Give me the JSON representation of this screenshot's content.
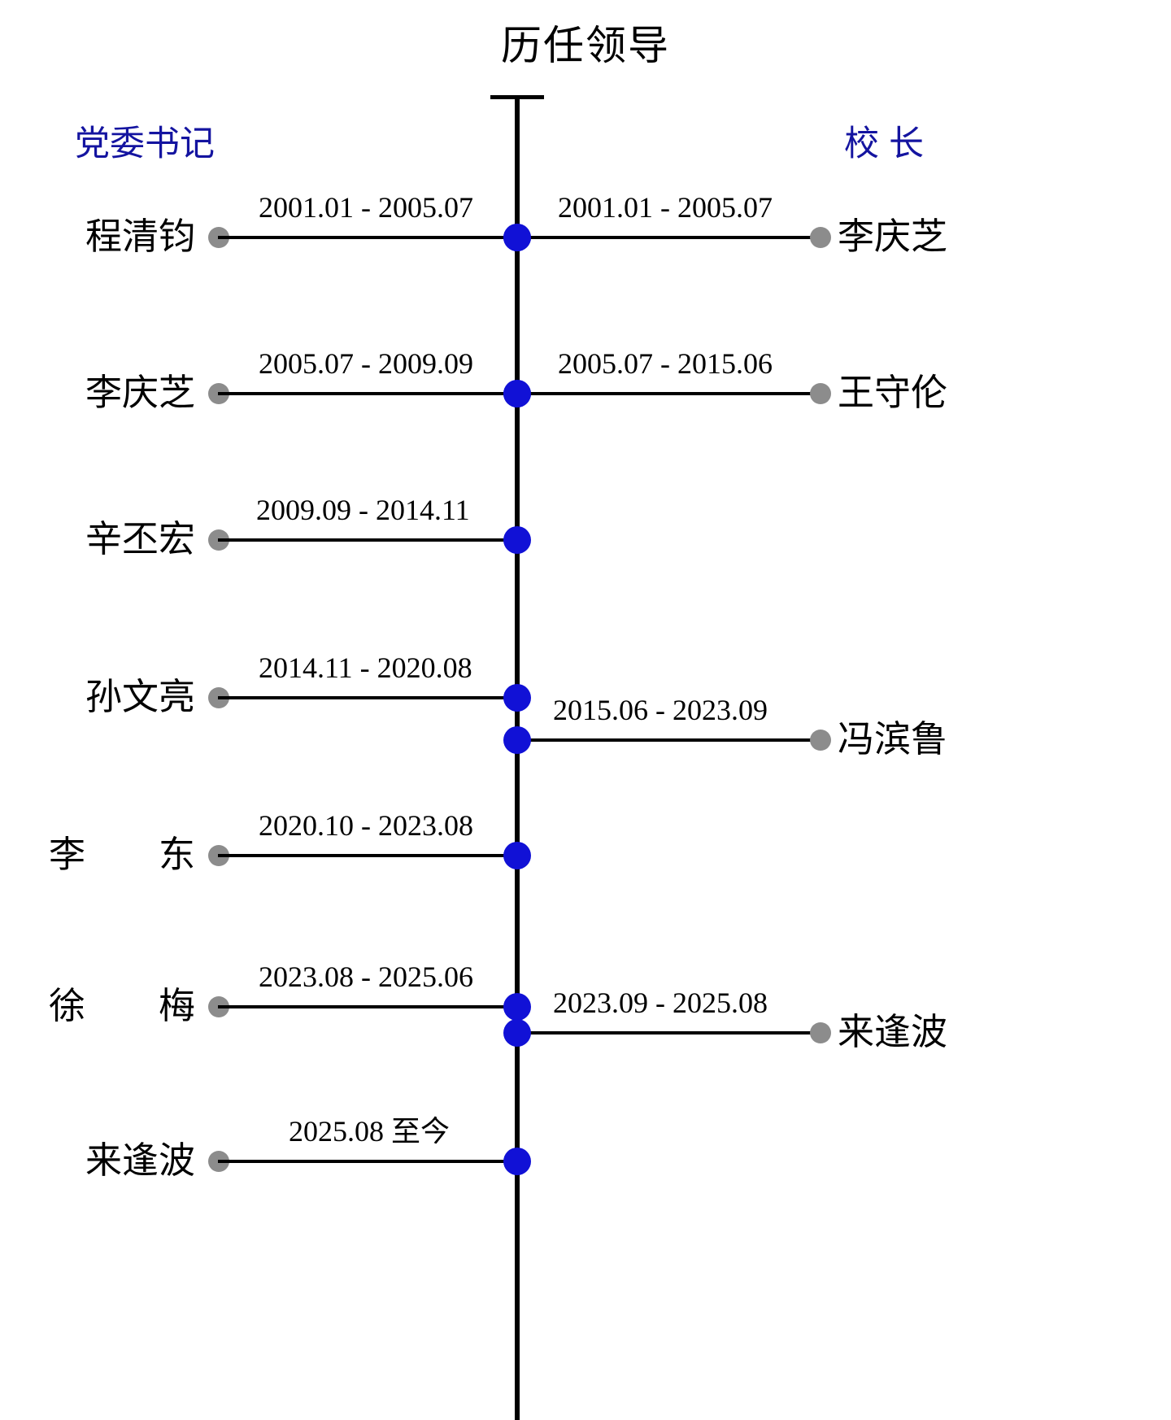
{
  "page": {
    "title": "历任领导",
    "background_color": "#ffffff"
  },
  "colors": {
    "header_blue": "#1414a0",
    "axis_black": "#000000",
    "node_blue": "#1111d6",
    "endpoint_gray": "#8c8c8c",
    "text_black": "#000000"
  },
  "columns": {
    "left_header": "党委书记",
    "right_header": "校 长"
  },
  "chart_data": {
    "type": "timeline",
    "title": "历任领导",
    "orientation": "vertical",
    "axis": {
      "label": "",
      "cap": true
    },
    "legend_position": "top",
    "tracks": [
      {
        "name": "党委书记",
        "side": "left",
        "color": "#1414a0",
        "entries": [
          {
            "person": "程清钧",
            "range": "2001.01 - 2005.07",
            "start": "2001.01",
            "end": "2005.07"
          },
          {
            "person": "李庆芝",
            "range": "2005.07 - 2009.09",
            "start": "2005.07",
            "end": "2009.09"
          },
          {
            "person": "辛丕宏",
            "range": "2009.09 - 2014.11",
            "start": "2009.09",
            "end": "2014.11"
          },
          {
            "person": "孙文亮",
            "range": "2014.11 - 2020.08",
            "start": "2014.11",
            "end": "2020.08"
          },
          {
            "person": "李　　东",
            "range": "2020.10 - 2023.08",
            "start": "2020.10",
            "end": "2023.08"
          },
          {
            "person": "徐　　梅",
            "range": "2023.08 - 2025.06",
            "start": "2023.08",
            "end": "2025.06"
          },
          {
            "person": "来逢波",
            "range": "2025.08 至今",
            "start": "2025.08",
            "end": "至今"
          }
        ]
      },
      {
        "name": "校 长",
        "side": "right",
        "color": "#1414a0",
        "entries": [
          {
            "person": "李庆芝",
            "range": "2001.01 - 2005.07",
            "start": "2001.01",
            "end": "2005.07"
          },
          {
            "person": "王守伦",
            "range": "2005.07 - 2015.06",
            "start": "2005.07",
            "end": "2015.06"
          },
          {
            "person": "冯滨鲁",
            "range": "2015.06 - 2023.09",
            "start": "2015.06",
            "end": "2023.09"
          },
          {
            "person": "来逢波",
            "range": "2023.09 - 2025.08",
            "start": "2023.09",
            "end": "2025.08"
          }
        ]
      }
    ]
  }
}
